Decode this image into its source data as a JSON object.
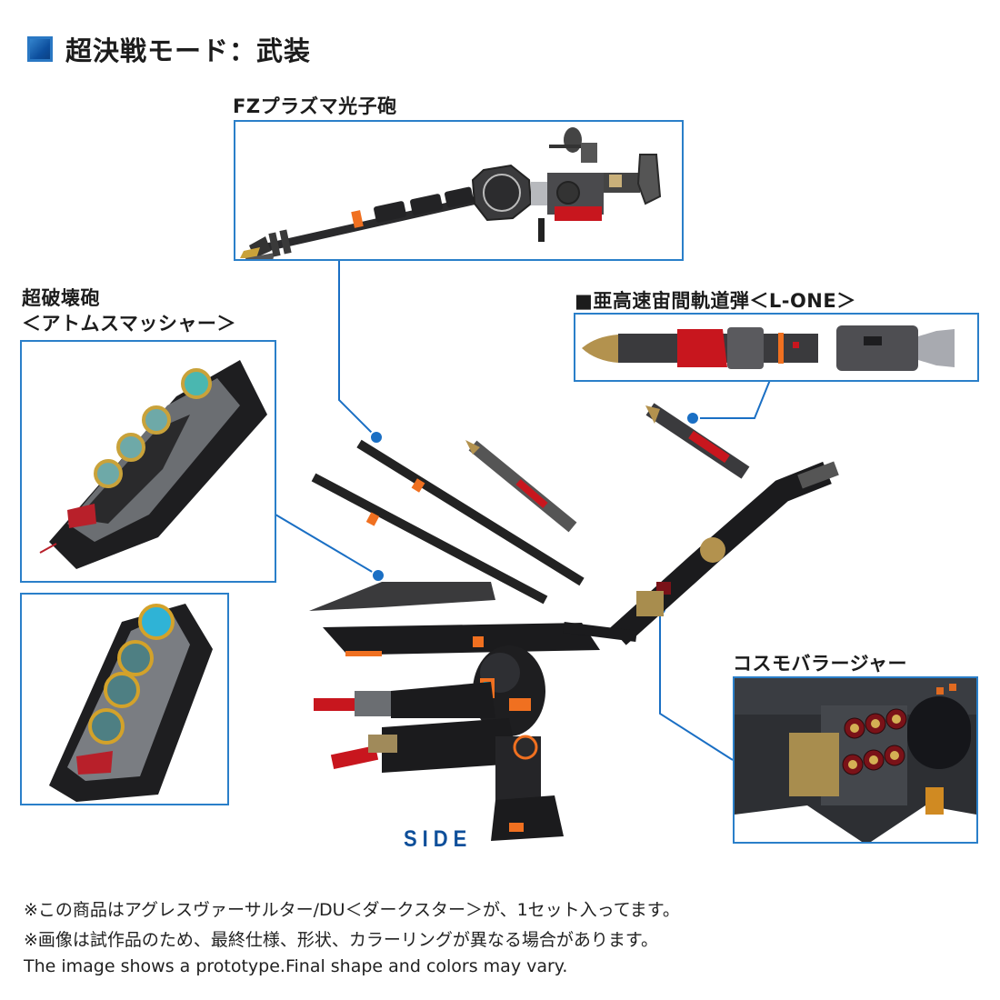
{
  "header": {
    "title": "超決戦モード：武装",
    "accent_color": "#1a6fc4"
  },
  "callouts": [
    {
      "id": "fz-plasma",
      "label": "FZプラズマ光子砲"
    },
    {
      "id": "l-one",
      "label": "■亜高速宙間軌道弾＜L-ONE＞"
    },
    {
      "id": "atom-smasher",
      "label_line1": "超破壊砲",
      "label_line2": "＜アトムスマッシャー＞"
    },
    {
      "id": "cosmo-barrager",
      "label": "コスモバラージャー"
    }
  ],
  "main_image": {
    "view_label": "SIDE"
  },
  "footer": {
    "lines": [
      "※この商品はアグレスヴァーサルター/DU＜ダークスター＞が、1セット入ってます。",
      "※画像は試作品のため、最終仕様、形状、カラーリングが異なる場合があります。",
      "The image shows a prototype.Final shape and colors may vary."
    ]
  },
  "colors": {
    "box_border": "#2a7fc9",
    "connector": "#1a6fc4",
    "side_label": "#0e4f9a",
    "armor_black": "#1b1b1d",
    "accent_orange": "#f07020",
    "accent_red": "#c8161e",
    "gold": "#b59a5a"
  }
}
